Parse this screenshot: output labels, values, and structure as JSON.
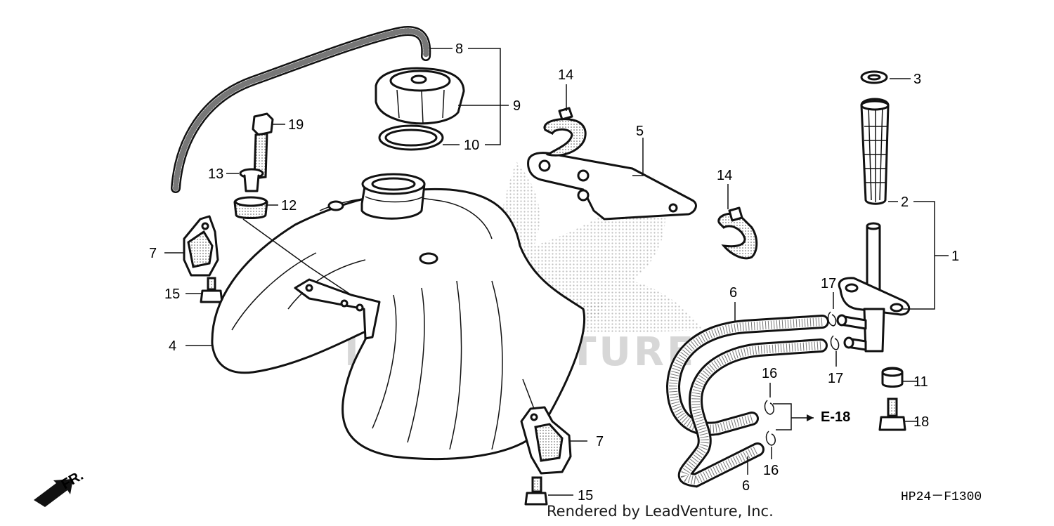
{
  "diagram": {
    "drawing_code": "HP24－F1300",
    "reference_label": "E-18",
    "front_marker": "FR.",
    "watermark_text": "LEADVENTURE",
    "footer_credit": "Rendered by LeadVenture, Inc.",
    "callouts": {
      "c1": "1",
      "c2": "2",
      "c3": "3",
      "c4": "4",
      "c5": "5",
      "c6a": "6",
      "c6b": "6",
      "c7a": "7",
      "c7b": "7",
      "c8": "8",
      "c9": "9",
      "c10": "10",
      "c11": "11",
      "c12": "12",
      "c13": "13",
      "c14a": "14",
      "c14b": "14",
      "c15a": "15",
      "c15b": "15",
      "c16a": "16",
      "c16b": "16",
      "c17a": "17",
      "c17b": "17",
      "c18": "18",
      "c19": "19"
    }
  }
}
